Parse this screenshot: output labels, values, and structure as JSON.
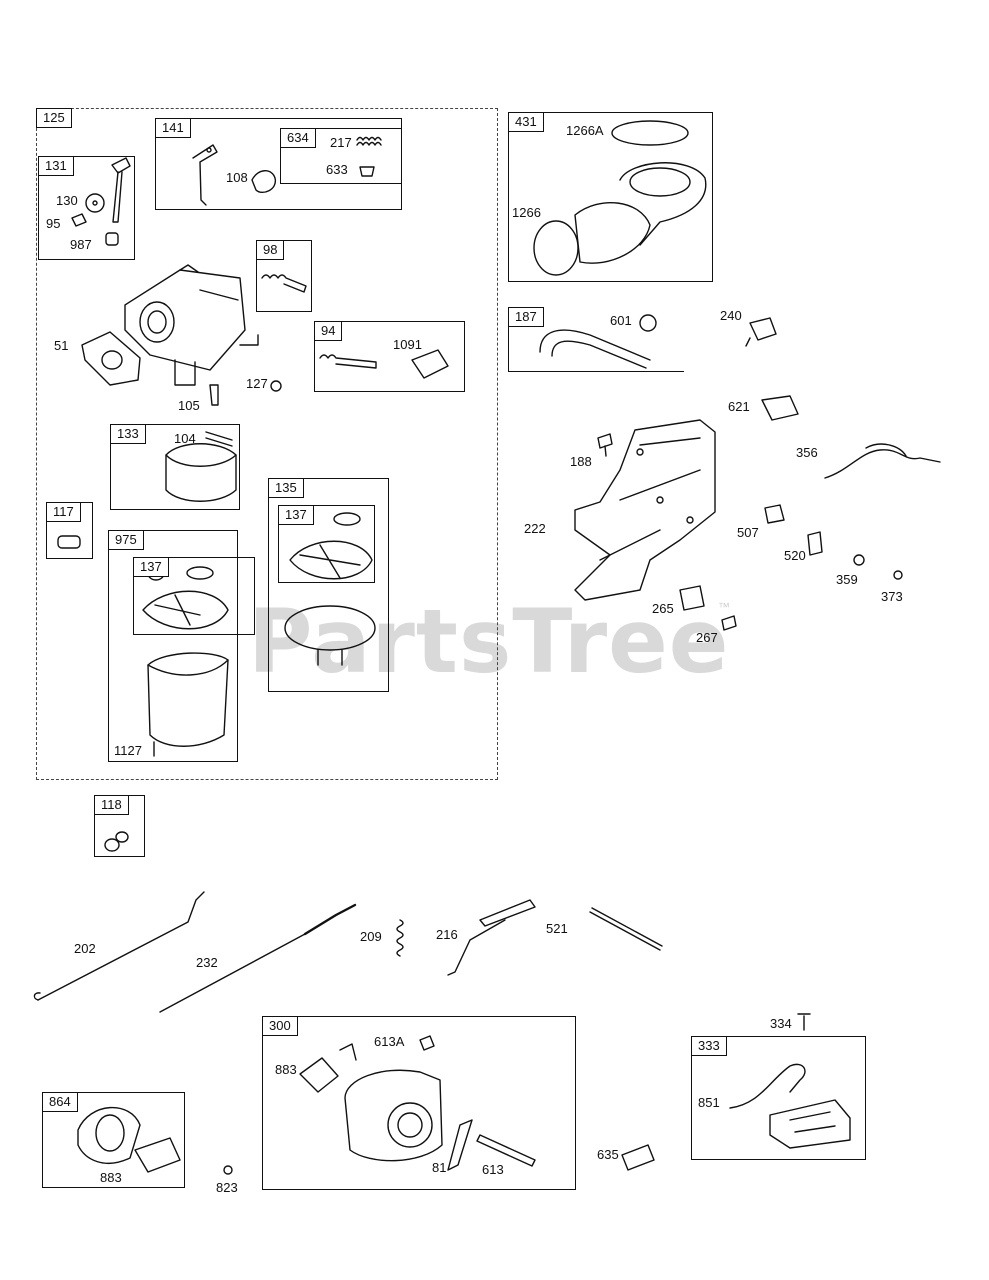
{
  "watermark": {
    "text": "PartsTree",
    "tm": "™"
  },
  "groups": {
    "g125": "125",
    "g131": "131",
    "g141": "141",
    "g634": "634",
    "g98": "98",
    "g94": "94",
    "g133": "133",
    "g117": "117",
    "g975": "975",
    "g137a": "137",
    "g135": "135",
    "g137b": "137",
    "g431": "431",
    "g187": "187",
    "g118": "118",
    "g300": "300",
    "g864": "864",
    "g333": "333"
  },
  "parts": {
    "p130": "130",
    "p95": "95",
    "p987": "987",
    "p108": "108",
    "p217": "217",
    "p633": "633",
    "p51": "51",
    "p105": "105",
    "p127": "127",
    "p1091": "1091",
    "p104": "104",
    "p1127": "1127",
    "p1266A": "1266A",
    "p1266": "1266",
    "p601": "601",
    "p240": "240",
    "p621": "621",
    "p188": "188",
    "p356": "356",
    "p222": "222",
    "p507": "507",
    "p520": "520",
    "p359": "359",
    "p373": "373",
    "p265": "265",
    "p267": "267",
    "p202": "202",
    "p232": "232",
    "p209": "209",
    "p216": "216",
    "p521": "521",
    "p334": "334",
    "p613A": "613A",
    "p883a": "883",
    "p851": "851",
    "p81": "81",
    "p613": "613",
    "p635": "635",
    "p883b": "883",
    "p823": "823"
  }
}
